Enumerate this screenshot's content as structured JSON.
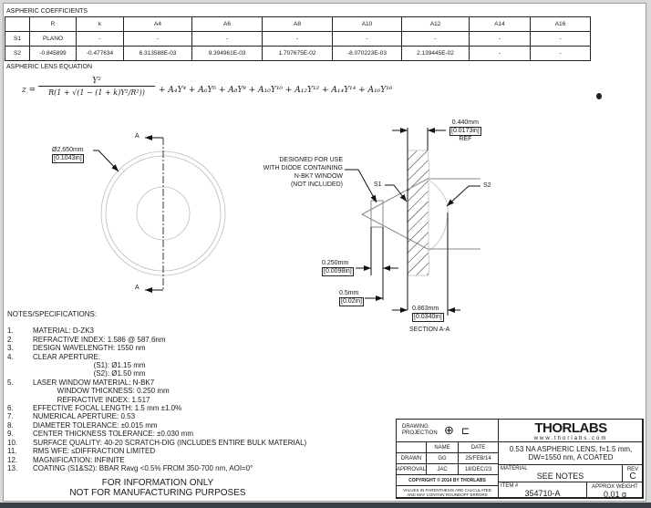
{
  "coefficients": {
    "title": "ASPHERIC COEFFICIENTS",
    "headers": [
      "",
      "R",
      "k",
      "A4",
      "A6",
      "A8",
      "A10",
      "A12",
      "A14",
      "A16"
    ],
    "rows": [
      [
        "S1",
        "PLANO",
        "-",
        "-",
        "-",
        "-",
        "-",
        "-",
        "-",
        "-"
      ],
      [
        "S2",
        "-0.845899",
        "-0.477634",
        "6.313588E-03",
        "9.394961E-03",
        "1.707675E-02",
        "-8.070223E-03",
        "2.139445E-02",
        "-",
        "-"
      ]
    ]
  },
  "equation": {
    "title": "ASPHERIC LENS EQUATION",
    "lhs": "z =",
    "numerator": "Y²",
    "denominator": "R(1 + √(1 − (1 + k)Y²/R²))",
    "terms": "+ A₄Y⁴ + A₆Y⁶ + A₈Y⁸ + A₁₀Y¹⁰ + A₁₂Y¹² + A₁₄Y¹⁴ + A₁₆Y¹⁶"
  },
  "front_view": {
    "section_label": "A",
    "diameter_mm": "Ø2.650mm",
    "diameter_in": "[0.1043in]"
  },
  "section_view": {
    "title": "SECTION A-A",
    "ref_mm": "0.440mm",
    "ref_in": "[0.0173in]",
    "ref_label": "REF",
    "note": [
      "DESIGNED FOR USE",
      "WITH DIODE CONTAINING",
      "N-BK7 WINDOW",
      "(NOT INCLUDED)"
    ],
    "s1": "S1",
    "s2": "S2",
    "window_mm": "0.250mm",
    "window_in": "[0.0098in]",
    "gap_mm": "0.5mm",
    "gap_in": "[0.02in]",
    "thick_mm": "0.863mm",
    "thick_in": "[0.0340in]"
  },
  "notes": {
    "title": "NOTES/SPECIFICATIONS:",
    "items": [
      [
        "1.",
        "MATERIAL: D-ZK3"
      ],
      [
        "2.",
        "REFRACTIVE INDEX: 1.586 @ 587.6nm"
      ],
      [
        "3.",
        "DESIGN WAVELENGTH: 1550 nm"
      ],
      [
        "4.",
        "CLEAR APERTURE:"
      ],
      [
        "",
        "                              (S1): Ø1.15 mm"
      ],
      [
        "",
        "                              (S2): Ø1.50 mm"
      ],
      [
        "5.",
        "LASER WINDOW MATERIAL: N-BK7"
      ],
      [
        "",
        "            WINDOW THICKNESS: 0.250 mm"
      ],
      [
        "",
        "            REFRACTIVE INDEX: 1.517"
      ],
      [
        "6.",
        "EFFECTIVE FOCAL LENGTH: 1.5 mm ±1.0%"
      ],
      [
        "7.",
        "NUMERICAL APERTURE: 0.53"
      ],
      [
        "8.",
        "DIAMETER TOLERANCE: ±0.015 mm"
      ],
      [
        "9.",
        "CENTER THICKNESS TOLERANCE: ±0.030 mm"
      ],
      [
        "10.",
        "SURFACE QUALITY: 40-20 SCRATCH-DIG (INCLUDES ENTIRE BULK MATERIAL)"
      ],
      [
        "11.",
        "RMS WFE: ≤DIFFRACTION LIMITED"
      ],
      [
        "12.",
        "MAGNIFICATION: INFINITE"
      ],
      [
        "13.",
        "COATING (S1&S2): BBAR Ravg <0.5% FROM 350-700 nm, AOI=0°"
      ]
    ],
    "disclaimer": [
      "FOR INFORMATION ONLY",
      "NOT FOR MANUFACTURING PURPOSES"
    ]
  },
  "title_block": {
    "projection": "DRAWING PROJECTION",
    "name_h": "NAME",
    "date_h": "DATE",
    "drawn": "DRAWN",
    "drawn_name": "GG",
    "drawn_date": "25/FEB/14",
    "approval": "APPROVAL",
    "approval_name": "JAC",
    "approval_date": "18/DEC/23",
    "copyright": "COPYRIGHT © 2014 BY THORLABS",
    "values_note": "VALUES IN PARENTHESIS ARE CALCULATED AND MAY CONTAIN ROUNDOFF ERRORS",
    "logo": "THORLABS",
    "website": "www.thorlabs.com",
    "description": "0.53 NA ASPHERIC LENS, f=1.5 mm, DW=1550 nm, A COATED",
    "material_h": "MATERIAL",
    "material": "SEE NOTES",
    "rev_h": "REV",
    "rev": "C",
    "item_h": "ITEM #",
    "item": "354710-A",
    "weight_h": "APPROX WEIGHT",
    "weight": "0.01 g"
  }
}
